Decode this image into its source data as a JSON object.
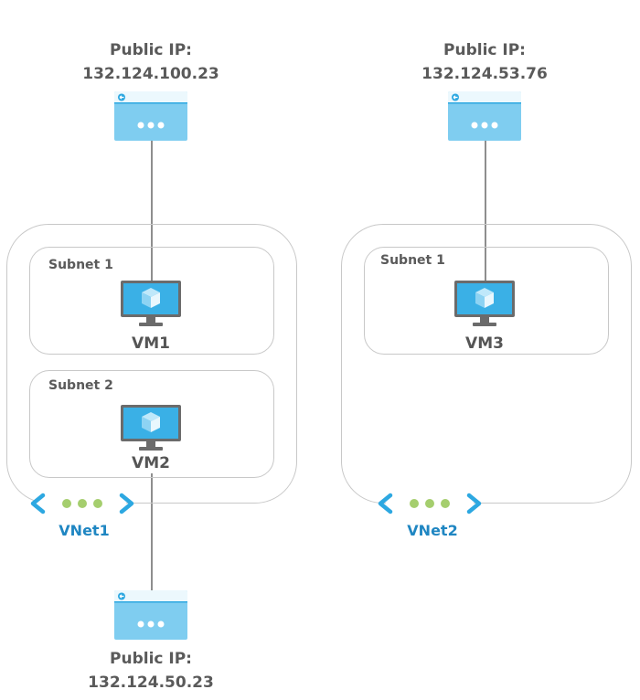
{
  "public_ips": [
    {
      "label": "Public IP:",
      "address": "132.124.100.23"
    },
    {
      "label": "Public IP:",
      "address": "132.124.53.76"
    },
    {
      "label": "Public IP:",
      "address": "132.124.50.23"
    }
  ],
  "vnets": [
    {
      "name": "VNet1",
      "subnets": [
        {
          "name": "Subnet 1",
          "vm": "VM1"
        },
        {
          "name": "Subnet 2",
          "vm": "VM2"
        }
      ]
    },
    {
      "name": "VNet2",
      "subnets": [
        {
          "name": "Subnet 1",
          "vm": "VM3"
        }
      ]
    }
  ],
  "colors": {
    "azure_blue": "#2da8e1",
    "azure_light": "#7fcdf0",
    "vnet_label": "#1f86c2",
    "peering_dot": "#8ec24a",
    "border": "#c8c8c8",
    "monitor_gray": "#6b6b6b"
  },
  "icons": {
    "public_ip": "public-ip-icon",
    "vm": "virtual-machine-icon",
    "vnet": "vnet-peering-icon"
  }
}
